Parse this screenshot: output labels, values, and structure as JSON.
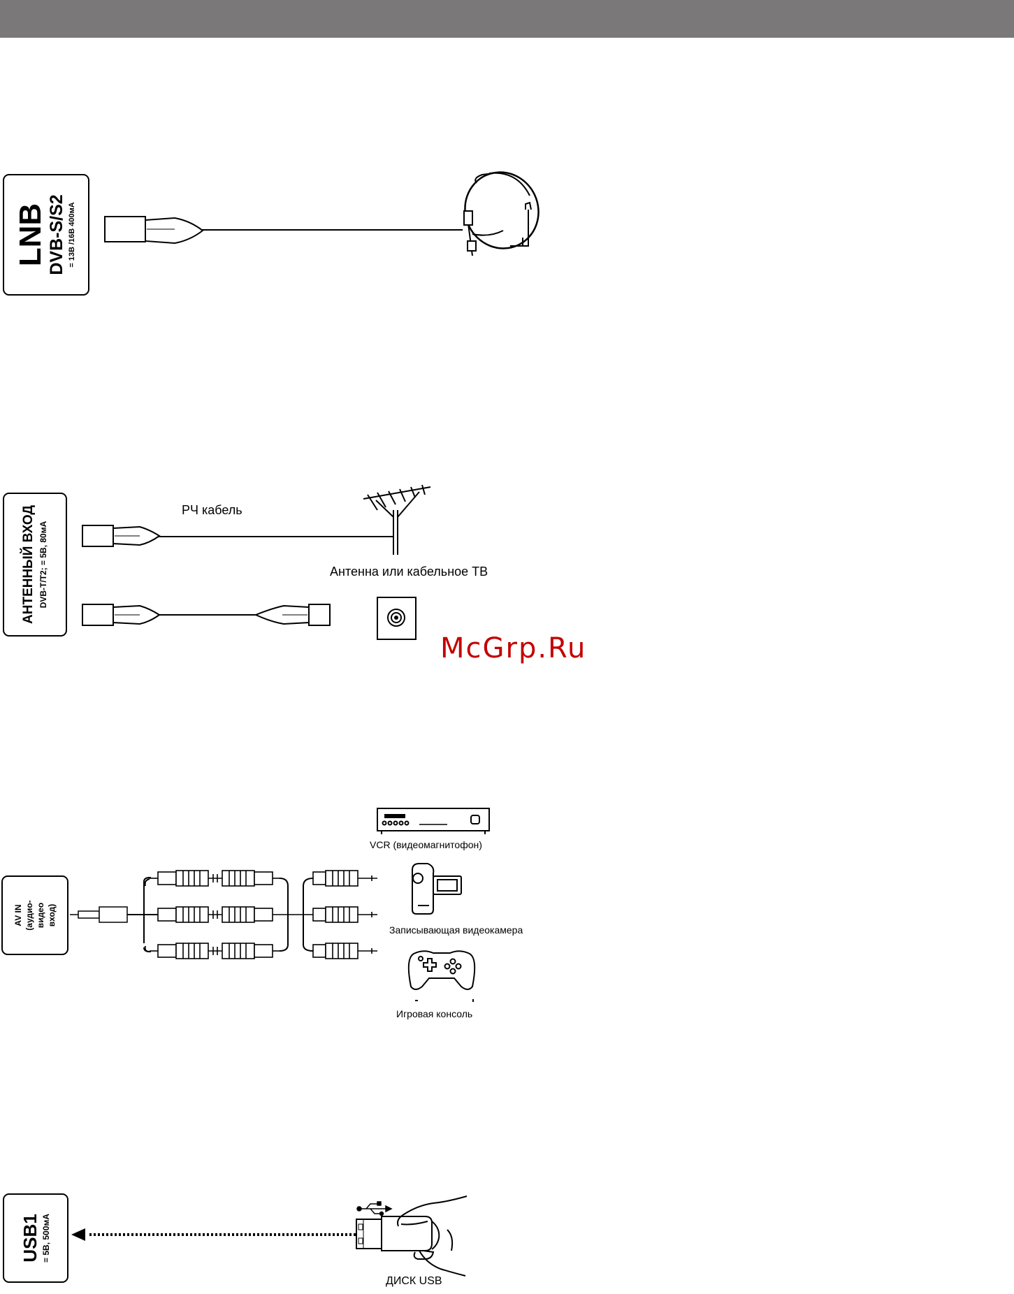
{
  "header": {
    "bar_color": "#7a7878"
  },
  "lnb": {
    "title": "LNB",
    "standard": "DVB-S/S2",
    "power_symbol": "=",
    "power": "13В /16В 400мА"
  },
  "antenna": {
    "title": "АНТЕННЫЙ ВХОД",
    "standard": "DVB-T/T2;",
    "power": "= 5В, 80мА",
    "cable_label": "РЧ кабель",
    "device_label": "Антенна или кабельное ТВ"
  },
  "av": {
    "line1": "AV IN",
    "line2": "(аудио-",
    "line3": "видео",
    "line4": "вход)",
    "vcr_label": "VCR (видеомагнитофон)",
    "camcorder_label": "Записывающая видеокамера",
    "console_label": "Игровая консоль"
  },
  "usb": {
    "title": "USB1",
    "power": "= 5В, 500мА",
    "device_label": "ДИСК USB"
  },
  "watermark": {
    "text": "McGrp.Ru",
    "color": "#c40000"
  },
  "icons": [
    "satellite-dish-icon",
    "tv-antenna-icon",
    "wall-socket-icon",
    "vcr-icon",
    "camcorder-icon",
    "gamepad-icon",
    "usb-symbol-icon",
    "usb-drive-icon",
    "hand-icon",
    "arrow-left-icon"
  ]
}
